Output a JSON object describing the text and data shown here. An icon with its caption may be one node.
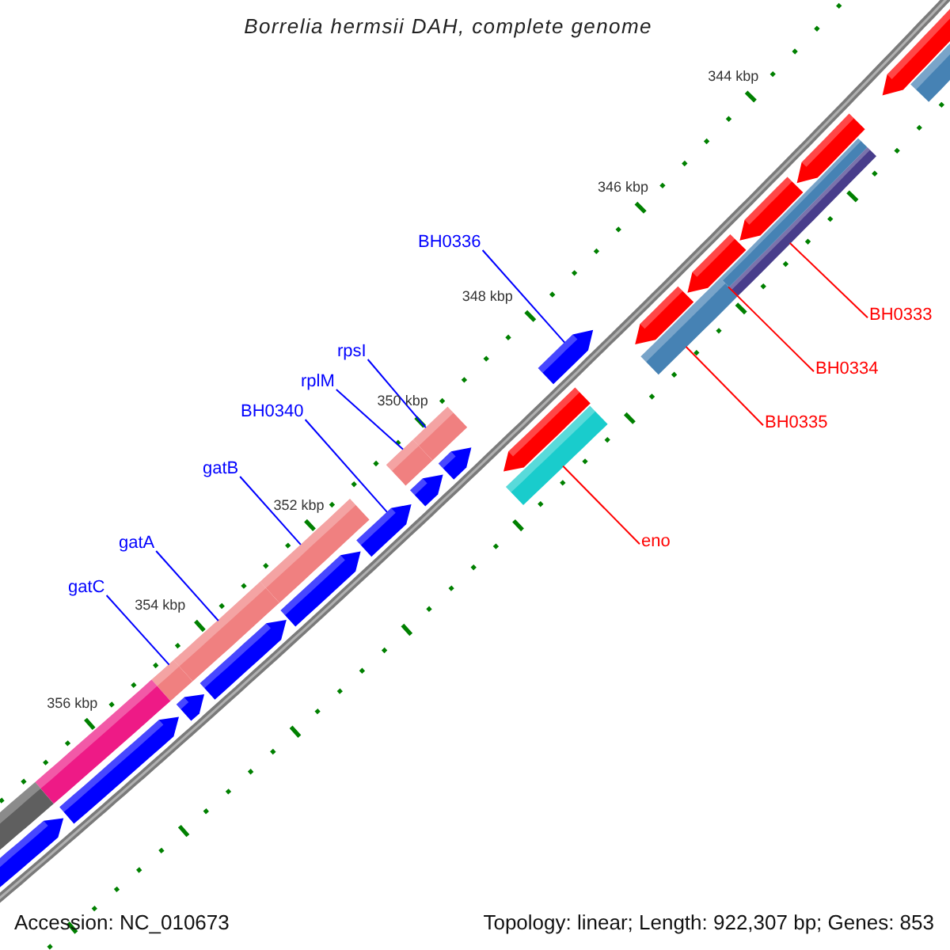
{
  "diagram": {
    "title": "Borrelia hermsii DAH, complete genome",
    "nodes": [
      {
        "text": [
          "BH0336"
        ]
      },
      {
        "text": [
          "rpsI"
        ]
      },
      {
        "text": [
          "rplM"
        ]
      },
      {
        "text": [
          "BH0340"
        ]
      },
      {
        "text": [
          "gatB"
        ]
      },
      {
        "text": [
          "gatA"
        ]
      },
      {
        "text": [
          "gatC"
        ]
      },
      {
        "text": [
          "BH0333"
        ]
      },
      {
        "text": [
          "BH0334"
        ]
      },
      {
        "text": [
          "BH0335"
        ]
      },
      {
        "text": [
          "eno"
        ]
      },
      {
        "text": [],
        "shape": "pentagon"
      },
      {
        "text": [],
        "shape": "bar"
      },
      {
        "text": [],
        "shape": "bar"
      },
      {
        "text": [],
        "shape": "pentagon"
      },
      {
        "text": [],
        "shape": "bar"
      },
      {
        "text": [],
        "shape": "bar"
      },
      {
        "text": [],
        "shape": "bar"
      },
      {
        "text": [],
        "shape": "bar"
      },
      {
        "text": [],
        "shape": "bar"
      },
      {
        "text": [],
        "shape": "bar"
      },
      {
        "text": [],
        "shape": "bar"
      },
      {
        "text": [],
        "shape": "pentagon"
      },
      {
        "text": [],
        "shape": "pentagon"
      },
      {
        "text": [],
        "shape": "pentagon"
      },
      {
        "text": [],
        "shape": "pentagon"
      },
      {
        "text": [],
        "shape": "pentagon"
      },
      {
        "text": [],
        "shape": "pentagon"
      },
      {
        "text": [],
        "shape": "pentagon"
      },
      {
        "text": [],
        "shape": "bar"
      },
      {
        "text": [],
        "shape": "bar"
      },
      {
        "text": [],
        "shape": "pentagon"
      },
      {
        "text": [],
        "shape": "pentagon"
      },
      {
        "text": [],
        "shape": "pentagon"
      },
      {
        "text": [],
        "shape": "pentagon"
      },
      {
        "text": [],
        "shape": "pentagon"
      },
      {
        "text": [],
        "shape": "pentagon"
      },
      {
        "text": [],
        "shape": "bar"
      }
    ],
    "edges": [
      {
        "from": 0,
        "to": 11,
        "arrow": "none"
      },
      {
        "from": 1,
        "to": 12,
        "arrow": "none"
      },
      {
        "from": 2,
        "to": 13,
        "arrow": "none"
      },
      {
        "from": 3,
        "to": 14,
        "arrow": "none"
      },
      {
        "from": 4,
        "to": 15,
        "arrow": "none"
      },
      {
        "from": 5,
        "to": 16,
        "arrow": "none"
      },
      {
        "from": 6,
        "to": 17,
        "arrow": "none"
      },
      {
        "from": 7,
        "to": 18,
        "arrow": "none",
        "color": "#ff0000"
      },
      {
        "from": 8,
        "to": 19,
        "arrow": "none",
        "color": "#ff0000"
      },
      {
        "from": 9,
        "to": 20,
        "arrow": "none",
        "color": "#ff0000"
      },
      {
        "from": 10,
        "to": 21,
        "arrow": "none",
        "color": "#ff0000"
      }
    ],
    "labels": [
      "344 kbp",
      "346 kbp",
      "348 kbp",
      "350 kbp",
      "352 kbp",
      "354 kbp",
      "356 kbp",
      "Accession: NC_010673",
      "Topology: linear; Length: 922,307 bp; Genes: 853"
    ]
  }
}
